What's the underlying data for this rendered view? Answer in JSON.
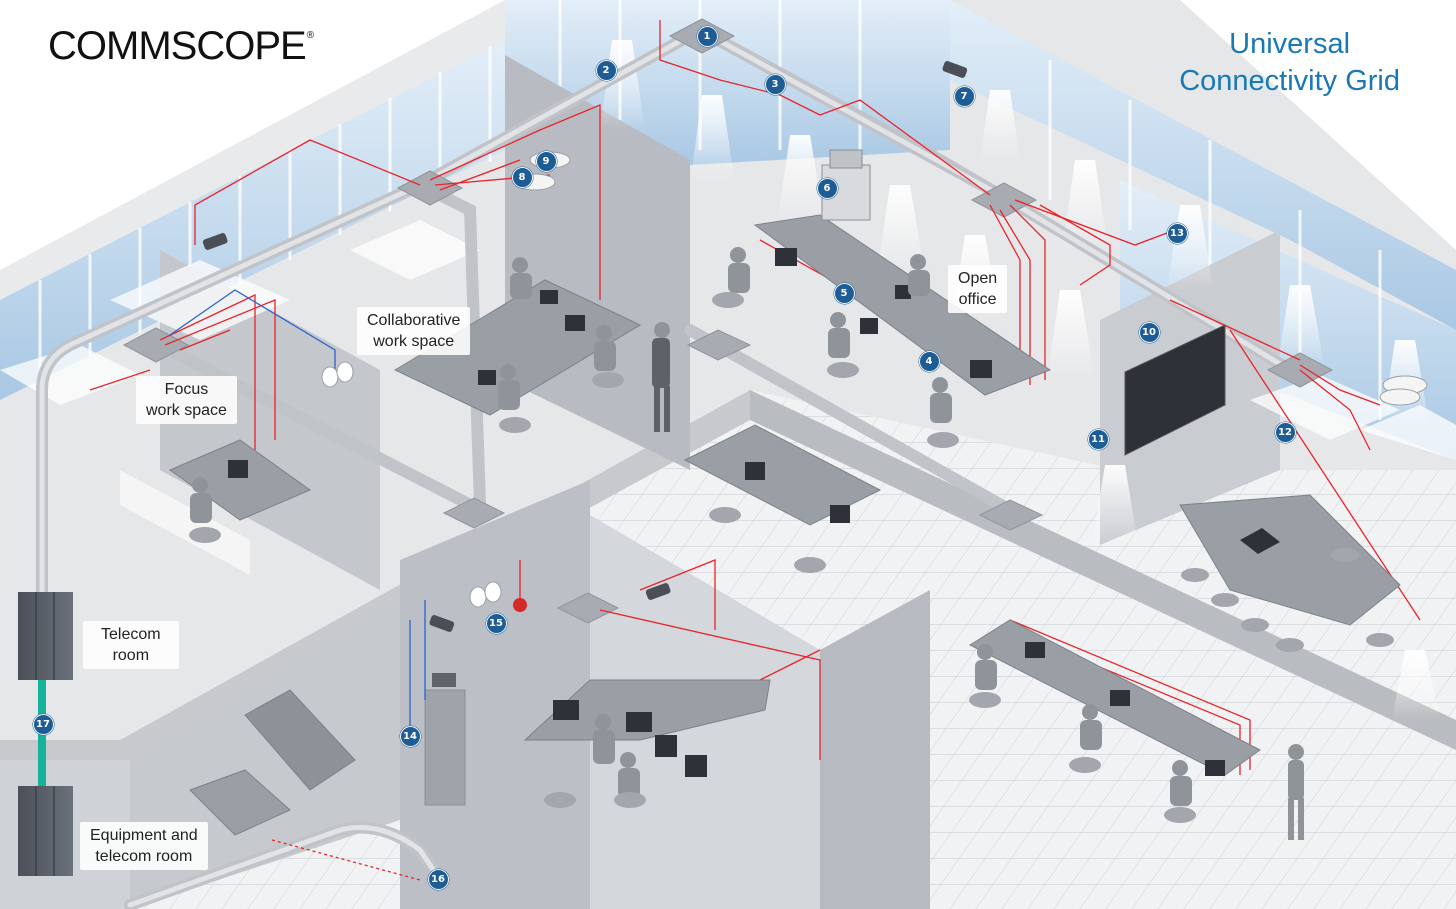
{
  "brand": {
    "logo_text": "COMMSCOPE",
    "registered_mark": "®"
  },
  "title": {
    "line1": "Universal",
    "line2": "Connectivity Grid"
  },
  "area_labels": {
    "focus": "Focus\nwork space",
    "collaborative": "Collaborative\nwork space",
    "open_office": "Open\noffice",
    "telecom_room": "Telecom\nroom",
    "equipment_room": "Equipment and\ntelecom room"
  },
  "callouts": [
    "1",
    "2",
    "3",
    "4",
    "5",
    "6",
    "7",
    "8",
    "9",
    "10",
    "11",
    "12",
    "13",
    "14",
    "15",
    "16",
    "17"
  ],
  "colors": {
    "accent_blue": "#1a78b4",
    "badge_blue": "#1d5c94",
    "cable_red": "#e8242a",
    "cable_blue": "#2a64c8",
    "riser_teal": "#16b39a",
    "window_blue": "#c9dff2",
    "wall_grey": "#b4b8be",
    "floor_light": "#f1f2f3"
  }
}
